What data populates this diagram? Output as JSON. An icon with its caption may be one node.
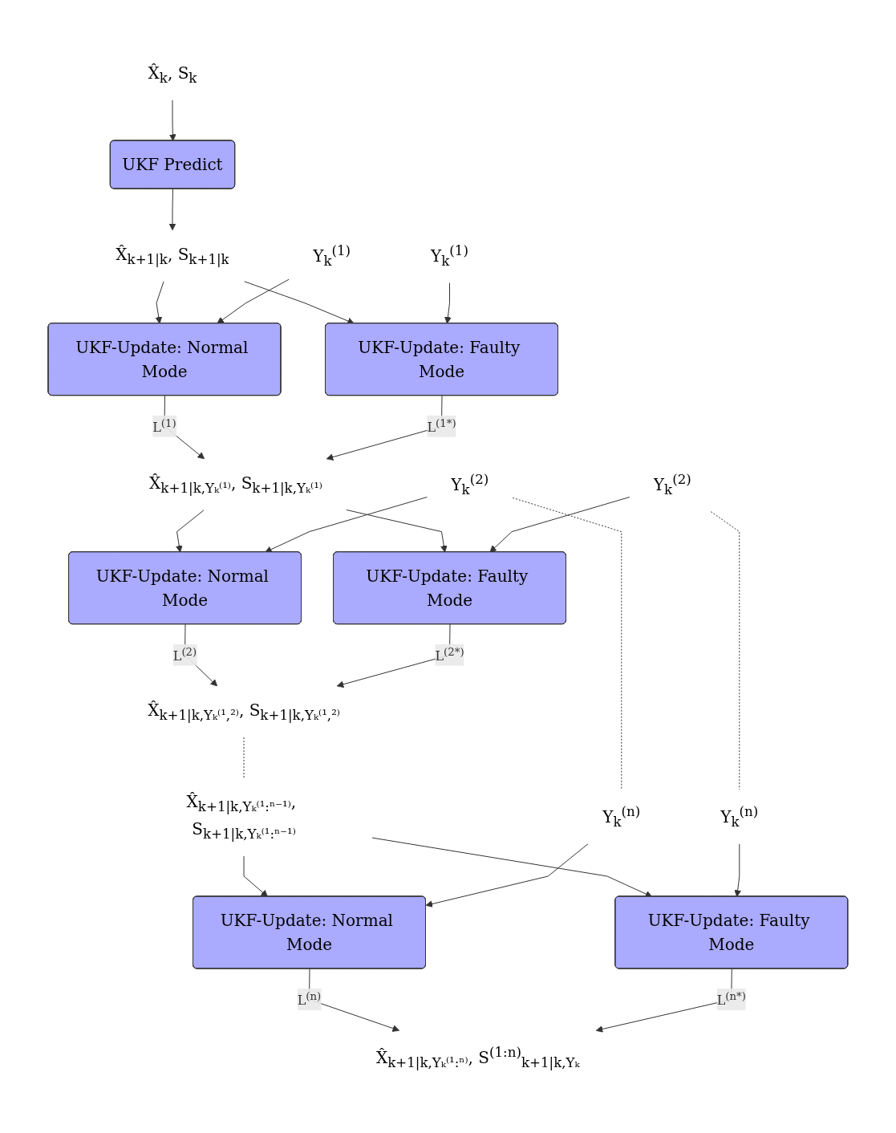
{
  "diagram": {
    "nodes": [
      {
        "text": [
          "X̂$_{k}$, S$_{k}$"
        ]
      },
      {
        "text": [
          "UKF Predict"
        ]
      },
      {
        "text": [
          "X̂$_{k+1|k}$, S$_{k+1|k}$"
        ]
      },
      {
        "text": [
          "Y$_{k}$$^{(1)}$"
        ]
      },
      {
        "text": [
          "UKF-Update: Normal Mode"
        ]
      },
      {
        "text": [
          "UKF-Update: Faulty Mode"
        ]
      },
      {
        "text": [
          "Y$_{k}$$^{(1)}$"
        ]
      },
      {
        "text": [
          "X̂$_{k+1|k,Yₖ⁽¹⁾}$, S$_{k+1|k,Yₖ⁽¹⁾}$"
        ]
      },
      {
        "text": [
          "Y$_{k}$$^{(2)}$"
        ]
      },
      {
        "text": [
          "UKF-Update: Normal Mode"
        ]
      },
      {
        "text": [
          "UKF-Update: Faulty Mode"
        ]
      },
      {
        "text": [
          "Y$_{k}$$^{(2)}$"
        ]
      },
      {
        "text": [
          "X̂$_{k+1|k,Yₖ⁽¹,²⁾}$, S$_{k+1|k,Yₖ⁽¹,²⁾}$"
        ]
      },
      {
        "text": [
          "X̂$_{k+1|k,Yₖ⁽¹:ⁿ⁻¹⁾}$, S$_{k+1|k,Yₖ⁽¹:ⁿ⁻¹⁾}$"
        ]
      },
      {
        "text": [
          "Y$_{k}$$^{(n)}$"
        ]
      },
      {
        "text": [
          "UKF-Update: Normal Mode"
        ]
      },
      {
        "text": [
          "UKF-Update: Faulty Mode"
        ]
      },
      {
        "text": [
          "Y$_{k}$$^{(n)}$"
        ]
      },
      {
        "text": [
          "X̂$_{k+1|k,Yₖ⁽¹:ⁿ⁾}$, S$^{(1:n)}$$_{k+1|k,Yₖ}$"
        ]
      }
    ],
    "edges": [
      {
        "from": 0,
        "to": 1,
        "arrow": "to"
      },
      {
        "from": 1,
        "to": 2,
        "arrow": "to"
      },
      {
        "from": 2,
        "to": 4,
        "arrow": "to"
      },
      {
        "from": 2,
        "to": 5,
        "arrow": "to"
      },
      {
        "from": 3,
        "to": 4,
        "arrow": "to"
      },
      {
        "from": 6,
        "to": 5,
        "arrow": "to"
      },
      {
        "from": 4,
        "to": 7,
        "arrow": "to",
        "label": "L$^{(1)}$"
      },
      {
        "from": 5,
        "to": 7,
        "arrow": "to",
        "label": "L$^{(1*)}$"
      },
      {
        "from": 7,
        "to": 9,
        "arrow": "to"
      },
      {
        "from": 7,
        "to": 10,
        "arrow": "to"
      },
      {
        "from": 8,
        "to": 9,
        "arrow": "to"
      },
      {
        "from": 11,
        "to": 10,
        "arrow": "to"
      },
      {
        "from": 9,
        "to": 12,
        "arrow": "to",
        "label": "L$^{(2)}$"
      },
      {
        "from": 10,
        "to": 12,
        "arrow": "to",
        "label": "L$^{(2*)}$"
      },
      {
        "from": 12,
        "to": 13,
        "arrow": "none",
        "style": "dashed"
      },
      {
        "from": 8,
        "to": 14,
        "arrow": "none",
        "style": "dashed"
      },
      {
        "from": 11,
        "to": 17,
        "arrow": "none",
        "style": "dashed"
      },
      {
        "from": 13,
        "to": 15,
        "arrow": "to"
      },
      {
        "from": 13,
        "to": 16,
        "arrow": "to"
      },
      {
        "from": 14,
        "to": 15,
        "arrow": "to"
      },
      {
        "from": 17,
        "to": 16,
        "arrow": "to"
      },
      {
        "from": 15,
        "to": 18,
        "arrow": "to",
        "label": "L$^{(n)}$"
      },
      {
        "from": 16,
        "to": 18,
        "arrow": "to",
        "label": "L$^{(n*)}$"
      }
    ]
  }
}
